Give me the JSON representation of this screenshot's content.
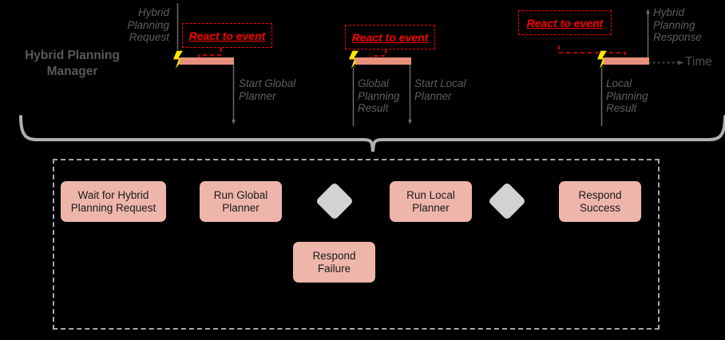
{
  "diagram": {
    "title": "Hybrid Planning Manager",
    "time_axis_label": "Time",
    "timeline": {
      "incoming_request_label": "Hybrid\nPlanning\nRequest",
      "outgoing_response_label": "Hybrid\nPlanning\nResponse",
      "events": [
        {
          "callout": "React to event",
          "outgoing_label": "Start Global\nPlanner",
          "incoming_label": ""
        },
        {
          "callout": "React to event",
          "incoming_label": "Global\nPlanning\nResult",
          "outgoing_label": "Start Local\nPlanner"
        },
        {
          "callout": "React to event",
          "incoming_label": "Local\nPlanning\nResult",
          "outgoing_label": ""
        }
      ]
    },
    "state_machine": {
      "states": [
        {
          "label": "Wait for Hybrid\nPlanning Request"
        },
        {
          "label": "Run Global\nPlanner"
        },
        {
          "label": "Run Local\nPlanner"
        },
        {
          "label": "Respond\nSuccess"
        },
        {
          "label": "Respond\nFailure"
        }
      ],
      "decisions": [
        {
          "name": "global-planner-decision"
        },
        {
          "name": "local-planner-decision"
        }
      ]
    },
    "colors": {
      "background": "#000000",
      "state_fill": "#eeb6ab",
      "decision_fill": "#d2d2d2",
      "timeline_bar": "#e8907c",
      "callout_red": "#ff0000",
      "label_gray": "#5e5e5e",
      "brace_gray": "#b0b0b0",
      "bolt_yellow": "#ffe600"
    }
  }
}
